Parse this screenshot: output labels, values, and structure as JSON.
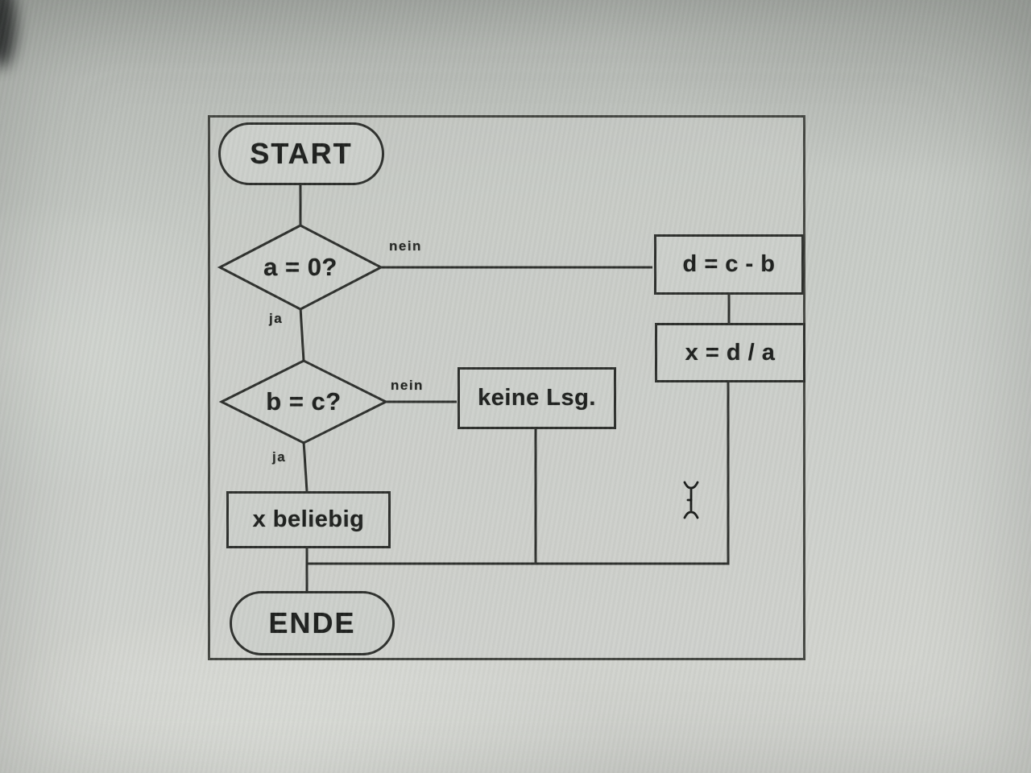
{
  "flowchart": {
    "start": {
      "label": "START"
    },
    "decision_a": {
      "label": "a = 0?",
      "no_label": "nein",
      "yes_label": "ja"
    },
    "process_d": {
      "label": "d = c - b"
    },
    "process_x": {
      "label": "x = d / a"
    },
    "decision_b": {
      "label": "b = c?",
      "no_label": "nein",
      "yes_label": "ja"
    },
    "no_solution": {
      "label": "keine Lsg."
    },
    "any_x": {
      "label": "x beliebig"
    },
    "end": {
      "label": "ENDE"
    }
  },
  "cursor": {
    "icon": "i-beam-text-cursor"
  },
  "colors": {
    "line": "#2b2d2a",
    "text": "#1b1d1b",
    "canvas_fill": "#ccd0cb",
    "photo_top": "#a3a7a2",
    "photo_bottom": "#d5d7d2"
  }
}
